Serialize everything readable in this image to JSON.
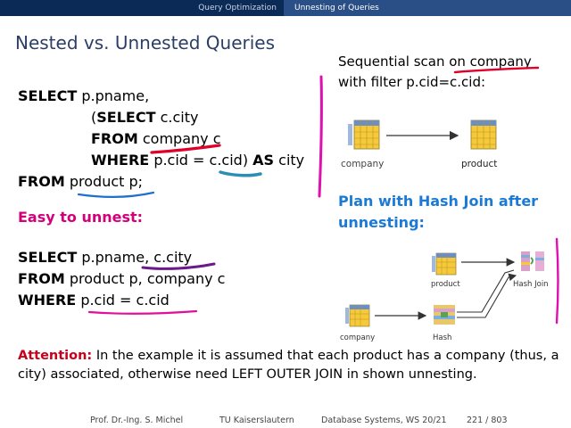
{
  "nav": {
    "item1": "Query Optimization",
    "item2": "Unnesting of Queries"
  },
  "title": "Nested vs. Unnested Queries",
  "query1": {
    "l1_kw": "SELECT",
    "l1_rest": "p.pname,",
    "l2_open": "(",
    "l2_kw": "SELECT",
    "l2_rest": "c.city",
    "l3_kw": "FROM",
    "l3_rest": "company c",
    "l4_kw": "WHERE",
    "l4_rest": "p.cid = c.cid)",
    "l4_kw2": "AS",
    "l4_end": "city",
    "l5_kw": "FROM",
    "l5_rest": "product p;"
  },
  "easy_label": "Easy to unnest:",
  "query2": {
    "l1_kw": "SELECT",
    "l1_rest": "p.pname, c.city",
    "l2_kw": "FROM",
    "l2_rest": "product p, company c",
    "l3_kw": "WHERE",
    "l3_rest": "p.cid = c.cid"
  },
  "right": {
    "seq_line1": "Sequential scan on company",
    "seq_line2": "with filter p.cid=c.cid:",
    "plan1": {
      "left_label": "company",
      "right_label": "product"
    },
    "plan_title_line1": "Plan with Hash Join after",
    "plan_title_line2": "unnesting:",
    "plan2": {
      "product_label": "product",
      "hashjoin_label": "Hash Join",
      "company_label": "company",
      "hash_label": "Hash"
    }
  },
  "attention": {
    "label": "Attention:",
    "text": "In the example it is assumed that each product has a company (thus, a city) associated, otherwise need LEFT OUTER JOIN in shown unnesting."
  },
  "footer": {
    "author": "Prof. Dr.-Ing. S. Michel",
    "university": "TU Kaiserslautern",
    "course": "Database Systems, WS 20/21",
    "page": "221 / 803"
  },
  "colors": {
    "bar": "#0b2a55",
    "title": "#2b3f66",
    "magenta": "#d4007a",
    "blue": "#1a7ad6",
    "red": "#c8001a"
  },
  "icons": [
    "table-icon",
    "arrow-icon",
    "hash-icon",
    "hash-join-icon"
  ]
}
